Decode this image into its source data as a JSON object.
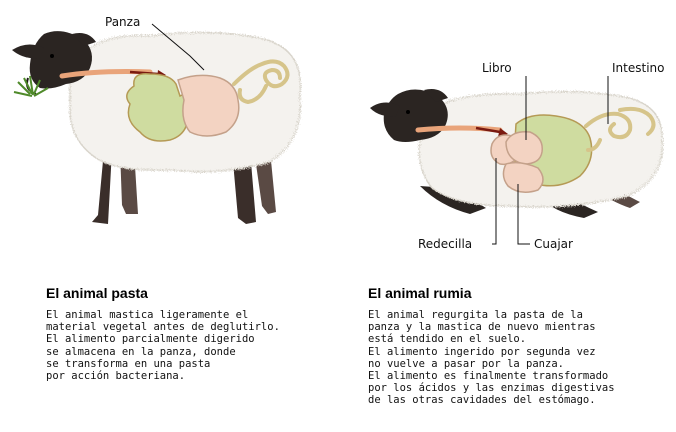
{
  "labels": {
    "panza": "Panza",
    "libro": "Libro",
    "intestino": "Intestino",
    "redecilla": "Redecilla",
    "cuajar": "Cuajar"
  },
  "left": {
    "title": "El animal pasta",
    "lines": [
      "El animal mastica ligeramente el",
      "material vegetal antes de deglutirlo.",
      "El alimento parcialmente digerido",
      "se almacena en la panza, donde",
      "se transforma en una pasta",
      "por acción bacteriana."
    ]
  },
  "right": {
    "title": "El animal rumia",
    "lines": [
      "El animal regurgita la pasta de la",
      "panza y la mastica de nuevo mientras",
      "está tendido en el suelo.",
      "El alimento ingerido por segunda vez",
      "no vuelve a pasar por la panza.",
      "El alimento es finalmente transformado",
      "por los ácidos y las enzimas digestivas",
      "de las otras cavidades del estómago."
    ]
  },
  "colors": {
    "wool": "#f4f2ee",
    "head": "#2b2522",
    "legs": "#3a2e2a",
    "esophagus": "#e9a47a",
    "rumen": "#cfdca0",
    "abomasum": "#f3d3c2",
    "intestine": "#d6c48a",
    "arrow": "#7a1a10"
  }
}
